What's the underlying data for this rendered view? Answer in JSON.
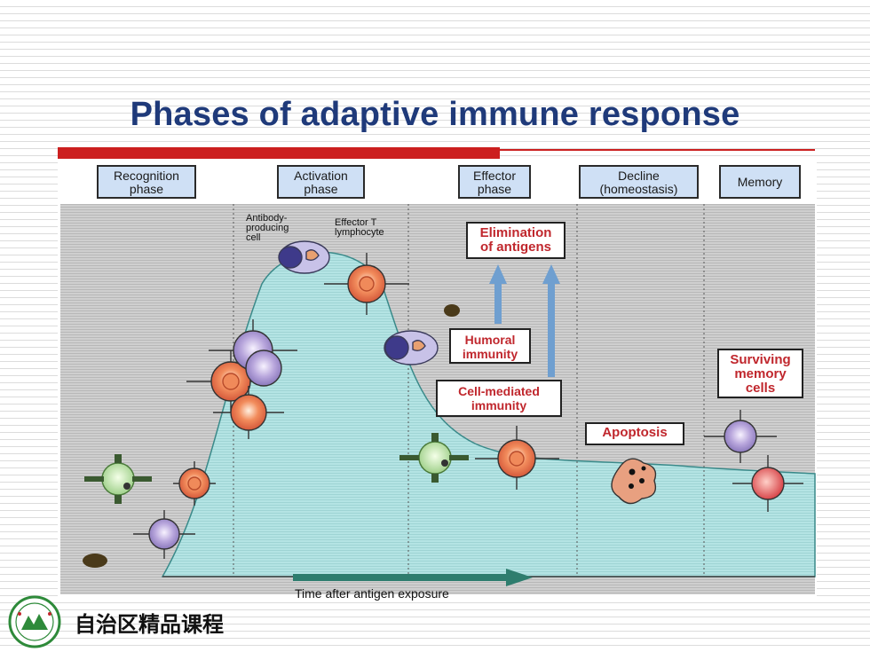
{
  "title": "Phases of adaptive immune response",
  "phases": {
    "recognition_line1": "Recognition",
    "recognition_line2": "phase",
    "activation_line1": "Activation",
    "activation_line2": "phase",
    "effector_line1": "Effector",
    "effector_line2": "phase",
    "decline_line1": "Decline",
    "decline_line2": "(homeostasis)",
    "memory": "Memory"
  },
  "cell_labels": {
    "antibody_1": "Antibody-",
    "antibody_2": "producing",
    "antibody_3": "cell",
    "effector_t_1": "Effector T",
    "effector_t_2": "lymphocyte"
  },
  "labels": {
    "elimination_1": "Elimination",
    "elimination_2": "of antigens",
    "humoral_1": "Humoral",
    "humoral_2": "immunity",
    "cell_mediated_1": "Cell-mediated",
    "cell_mediated_2": "immunity",
    "apoptosis": "Apoptosis",
    "surviving_1": "Surviving",
    "surviving_2": "memory",
    "surviving_3": "cells"
  },
  "x_axis_label": "Time after antigen exposure",
  "footer": {
    "course_label": "自治区精品课程"
  },
  "colors": {
    "title": "#1f3a7a",
    "accent_red": "#cc1f1f",
    "label_red": "#c0272d",
    "curve_fill": "#b4e4e4",
    "phase_box": "#cfe0f5",
    "arrow_blue": "#6f9fd0"
  }
}
